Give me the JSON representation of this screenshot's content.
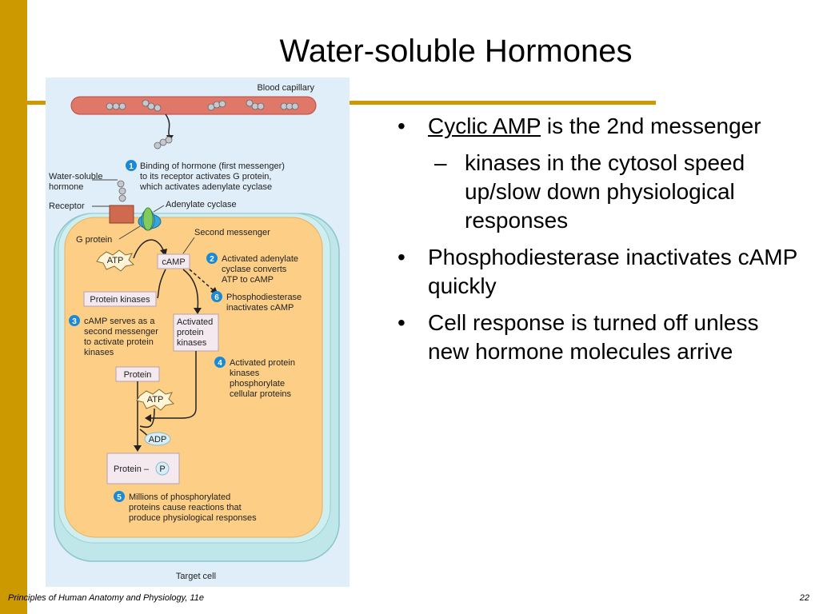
{
  "slide": {
    "title": "Water-soluble Hormones",
    "footer_left": "Principles of Human Anatomy and Physiology, 11e",
    "page_number": "22",
    "accent_color": "#cc9900"
  },
  "bullets": {
    "b1_underlined": "Cyclic AMP",
    "b1_rest": " is the 2nd messenger",
    "b1_sub": "kinases in the cytosol speed up/slow down physiological responses",
    "b2": "Phosphodiesterase inactivates cAMP quickly",
    "b3": "Cell response is turned off unless new hormone molecules arrive",
    "bullet_char": "•",
    "dash_char": "–"
  },
  "figure": {
    "blood_capillary": "Blood capillary",
    "water_soluble_hormone_1": "Water-soluble",
    "water_soluble_hormone_2": "hormone",
    "receptor": "Receptor",
    "g_protein": "G protein",
    "adenylate_cyclase": "Adenylate cyclase",
    "second_messenger": "Second messenger",
    "atp": "ATP",
    "camp": "cAMP",
    "protein_kinases": "Protein kinases",
    "activated_1": "Activated",
    "activated_2": "protein",
    "activated_3": "kinases",
    "protein": "Protein",
    "atp2": "ATP",
    "adp": "ADP",
    "protein_p": "Protein –",
    "p": "P",
    "target_cell": "Target cell",
    "step1_num": "1",
    "step1_l1": "Binding of hormone (first messenger)",
    "step1_l2": "to its receptor activates G protein,",
    "step1_l3": "which activates adenylate cyclase",
    "step2_num": "2",
    "step2_l1": "Activated adenylate",
    "step2_l2": "cyclase converts",
    "step2_l3": "ATP to cAMP",
    "step3_num": "3",
    "step3_l1": "cAMP serves as a",
    "step3_l2": "second messenger",
    "step3_l3": "to activate protein",
    "step3_l4": "kinases",
    "step4_num": "4",
    "step4_l1": "Activated protein",
    "step4_l2": "kinases",
    "step4_l3": "phosphorylate",
    "step4_l4": "cellular proteins",
    "step5_num": "5",
    "step5_l1": "Millions of phosphorylated",
    "step5_l2": "proteins cause reactions that",
    "step5_l3": "produce physiological responses",
    "step6_num": "6",
    "step6_l1": "Phosphodiesterase",
    "step6_l2": "inactivates cAMP"
  }
}
